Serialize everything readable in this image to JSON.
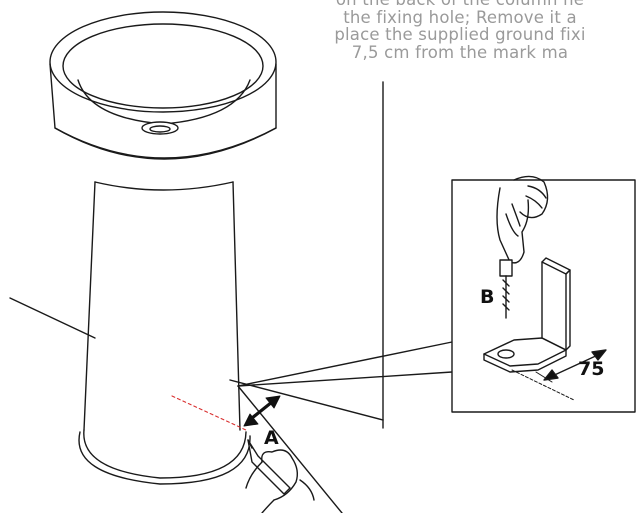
{
  "instructions": {
    "lines": [
      "on the back of the column ne",
      "the fixing hole; Remove it a",
      "place the supplied ground fixi",
      "7,5 cm from the mark ma"
    ]
  },
  "labels": {
    "marker_point": "A",
    "drill_point": "B",
    "distance": "75"
  },
  "colors": {
    "line": "#1a1a1a",
    "guide": "#d93030",
    "text_grey": "#9a9a9a"
  }
}
